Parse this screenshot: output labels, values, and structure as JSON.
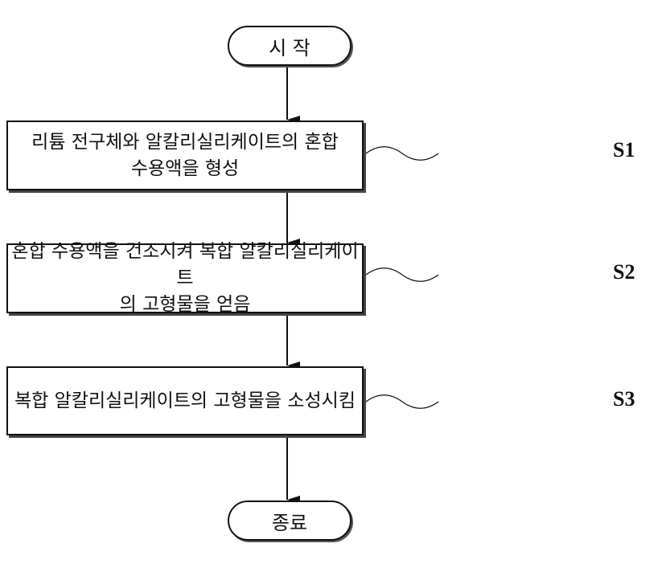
{
  "start": "시 작",
  "end": "종료",
  "steps": [
    {
      "id": "S1",
      "lines": [
        "리튬 전구체와 알칼리실리케이트의 혼합",
        "수용액을 형성"
      ]
    },
    {
      "id": "S2",
      "lines": [
        "혼합 수용액을 건조시켜 복합 알칼리실리케이트",
        "의 고형물을 얻음"
      ]
    },
    {
      "id": "S3",
      "lines": [
        "복합 알칼리실리케이트의 고형물을 소성시킴"
      ]
    }
  ]
}
